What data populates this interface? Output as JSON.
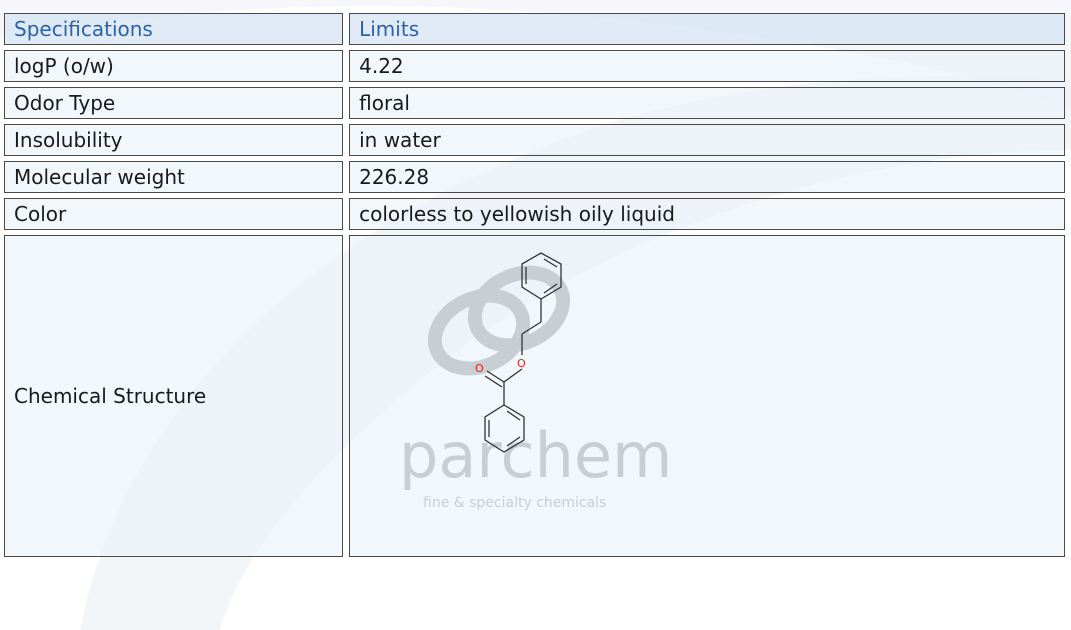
{
  "table": {
    "header": {
      "spec": "Specifications",
      "limit": "Limits"
    },
    "rows": [
      {
        "spec": "logP (o/w)",
        "limit": "4.22"
      },
      {
        "spec": "Odor Type",
        "limit": "floral"
      },
      {
        "spec": "Insolubility",
        "limit": "in water"
      },
      {
        "spec": "Molecular weight",
        "limit": "226.28"
      },
      {
        "spec": "Color",
        "limit": "colorless to yellowish oily liquid"
      }
    ],
    "structure_row": {
      "spec": "Chemical Structure"
    }
  },
  "molecule": {
    "atom_labels": [
      "O",
      "O"
    ],
    "oxygen_color": "#e0201a"
  },
  "watermark": {
    "brand": "parchem",
    "tagline": "fine & specialty chemicals",
    "color": "#c9ced4"
  },
  "colors": {
    "header_text": "#2b62a8",
    "cell_border": "#4a4a4a"
  }
}
